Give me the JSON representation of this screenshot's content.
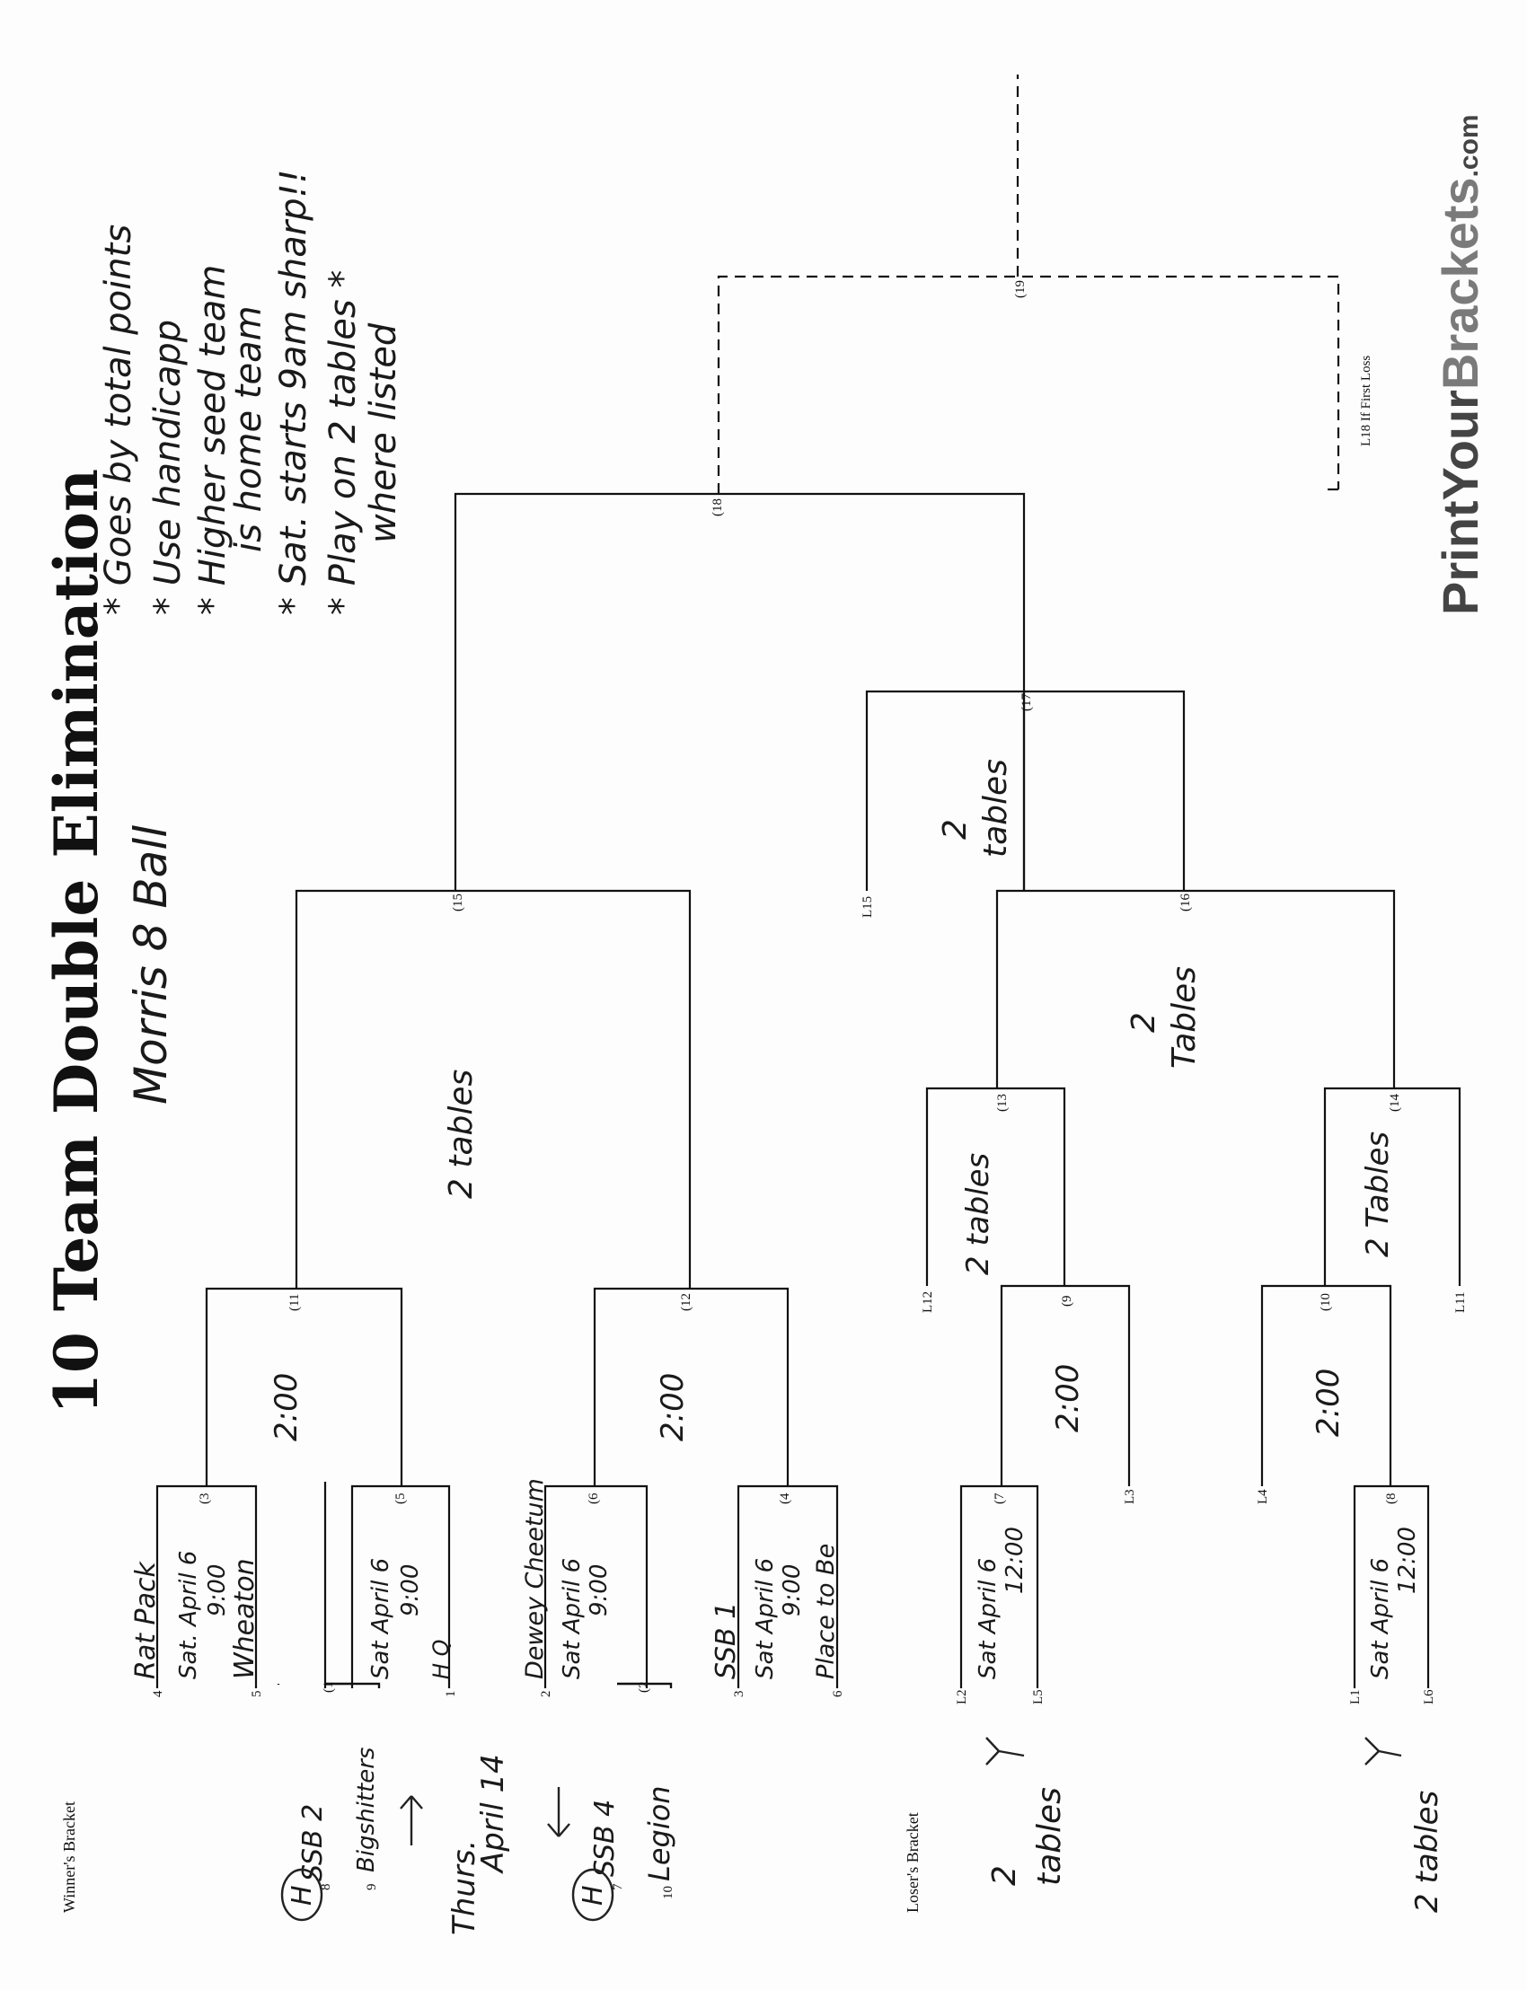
{
  "title": "10 Team Double Elimination",
  "subtitle": "Morris 8 Ball",
  "brand": {
    "name_a": "PrintYour",
    "name_b": "Brackets",
    "suffix": ".com"
  },
  "notes": [
    "* Goes by total points",
    "* Use handicapp",
    "* Higher seed team",
    "is home team",
    "* Sat. starts 9am sharp!!",
    "* Play on 2 tables *",
    "where listed"
  ],
  "sections": {
    "winners": "Winner's Bracket",
    "losers": "Loser's Bracket"
  },
  "game_labels": {
    "g1": "(1",
    "g2": "(2",
    "g3": "(3",
    "g4": "(4",
    "g5": "(5",
    "g6": "(6",
    "g7": "(7",
    "g8": "(8",
    "g9": "(9",
    "g10": "(10",
    "g11": "(11",
    "g12": "(12",
    "g13": "(13",
    "g14": "(14",
    "g15": "(15",
    "g16": "(16",
    "g17": "(17",
    "g18": "(18",
    "g19": "(19"
  },
  "seeds": {
    "s1": "1",
    "s2": "2",
    "s3": "3",
    "s4": "4",
    "s5": "5",
    "s6": "6",
    "s7": "7",
    "s8": "8",
    "s9": "9",
    "s10": "10"
  },
  "teams": {
    "t4": "Rat Pack",
    "t5": "Wheaton",
    "t8": "SSB 2",
    "t9": "Bigshitters",
    "t2": "Dewey Cheetum",
    "t7": "SSB 4",
    "t10": "Legion",
    "t3": "SSB 1",
    "t6": "Place to Be",
    "t1": "H Q"
  },
  "loser_slots": {
    "l1": "L1",
    "l2": "L2",
    "l3": "L3",
    "l4": "L4",
    "l5": "L5",
    "l6": "L6",
    "l11": "L11",
    "l12": "L12",
    "l15": "L15",
    "l18": "L18 If First Loss"
  },
  "handwritten": {
    "g3_time": "Sat. April 6",
    "g3_time2": "9:00",
    "g5_time": "Sat April 6",
    "g5_time2": "9:00",
    "g6_time": "Sat April 6",
    "g6_time2": "9:00",
    "g4_time": "Sat April 6",
    "g4_time2": "9:00",
    "g7_time": "Sat April 6",
    "g7_time2": "12:00",
    "g8_time": "Sat April 6",
    "g8_time2": "12:00",
    "r11": "2:00",
    "r12": "2:00",
    "r9": "2:00",
    "r10": "2:00",
    "r15": "2 tables",
    "r13": "2 tables",
    "r14": "2 Tables",
    "r16a": "2",
    "r16b": "Tables",
    "r17a": "2",
    "r17b": "tables",
    "thurs": "Thurs.",
    "april14": "April 14",
    "home": "H",
    "lb_tables1a": "2",
    "lb_tables1b": "tables",
    "lb_tables2": "2 tables"
  }
}
